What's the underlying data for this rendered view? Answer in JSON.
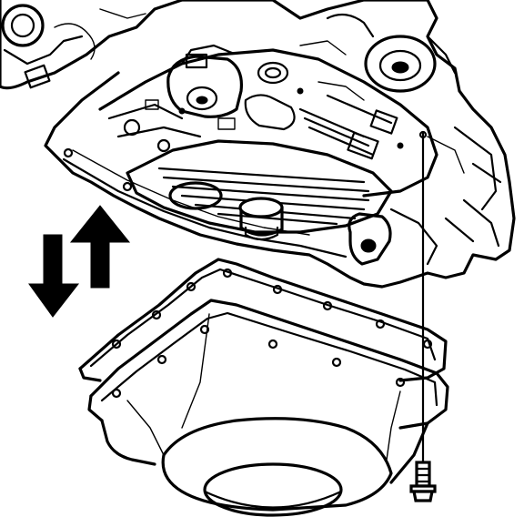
{
  "diagram": {
    "colors": {
      "ink": "#000000",
      "paper": "#ffffff"
    },
    "parts": {
      "transmission_case": "transmission-case",
      "valve_body": "valve-body",
      "filter": "oil-filter",
      "gasket": "pan-gasket",
      "pan": "oil-pan",
      "bolt": "pan-bolt",
      "alignment_line": "bolt-alignment-line",
      "arrows": "up-down-arrows-icon"
    }
  }
}
